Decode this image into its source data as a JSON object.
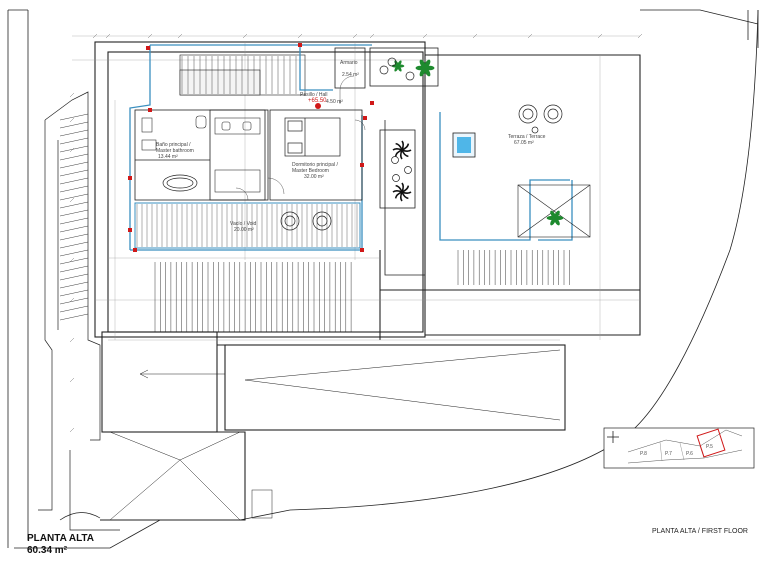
{
  "plan": {
    "title": "PLANTA ALTA",
    "area": "60.34 m²",
    "caption": "PLANTA ALTA / FIRST FLOOR",
    "level_marker": "+65.50"
  },
  "rooms": {
    "master_bath": {
      "name_es": "Baño principal /",
      "name_en": "Master bathroom",
      "area": "13.44 m²"
    },
    "master_bed": {
      "name_es": "Dormitorio principal /",
      "name_en": "Master Bedroom",
      "area": "32.00 m²"
    },
    "hall": {
      "name": "Pasillo / Hall",
      "area": "4.50 m²"
    },
    "laundry": {
      "name": "Armario",
      "area": "2.54 m²"
    },
    "terrace": {
      "name": "Terraza / Terrace",
      "area": "67.05 m²"
    },
    "void": {
      "name": "Vacío / Void",
      "area": "20.00 m²"
    }
  },
  "key_plan": {
    "plots": [
      "P.8",
      "P.7",
      "P.6",
      "P.5"
    ],
    "highlight": "P.5"
  },
  "colors": {
    "line": "#222222",
    "wall_blue": "#3a8fbf",
    "grid_red": "#d01818",
    "plant_green": "#1e8a2e"
  },
  "icons": [
    "north-arrow-icon",
    "palm-tree-icon",
    "bathtub-icon",
    "bed-icon",
    "armchair-icon",
    "level-marker-icon"
  ]
}
